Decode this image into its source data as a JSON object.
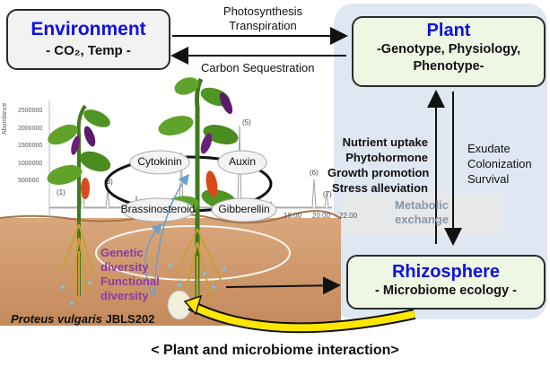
{
  "environment": {
    "title": "Environment",
    "subtitle": "- CO₂, Temp -"
  },
  "plant": {
    "title": "Plant",
    "line1": "-Genotype, Physiology,",
    "line2": "Phenotype-"
  },
  "rhizosphere": {
    "title": "Rhizosphere",
    "subtitle": "- Microbiome ecology -"
  },
  "arrows": {
    "photosynthesis": "Photosynthesis",
    "transpiration": "Transpiration",
    "carbon_sequestration": "Carbon Sequestration"
  },
  "plant_to_rhizo": [
    "Nutrient uptake",
    "Phytohormone",
    "Growth promotion",
    "Stress alleviation"
  ],
  "rhizo_to_plant": [
    "Exudate",
    "Colonization",
    "Survival"
  ],
  "metabolic_exchange": "Metabolic exchange",
  "hormones": [
    "Cytokinin",
    "Auxin",
    "Brassinosteroid",
    "Gibberellin"
  ],
  "diversity": {
    "genetic": "Genetic diversity",
    "functional": "Functional diversity"
  },
  "strain": {
    "species": "Proteus vulgaris",
    "id": "JBLS202"
  },
  "chromatogram": {
    "ylabel": "Abundance",
    "yticks": [
      "2500000",
      "2000000",
      "1500000",
      "1000000",
      "500000"
    ],
    "xticks": [
      "18.00",
      "20.00",
      "22.00"
    ],
    "peaks": [
      "(1)",
      "(3)",
      "(5)",
      "(6)",
      "(7)"
    ]
  },
  "caption": "< Plant and microbiome interaction>",
  "colors": {
    "title_blue": "#1010e0",
    "soil": "#c9946a",
    "box_fill": "#eef6e4",
    "panel": "#dfe7f2",
    "arrow_yellow": "#ffe600"
  }
}
